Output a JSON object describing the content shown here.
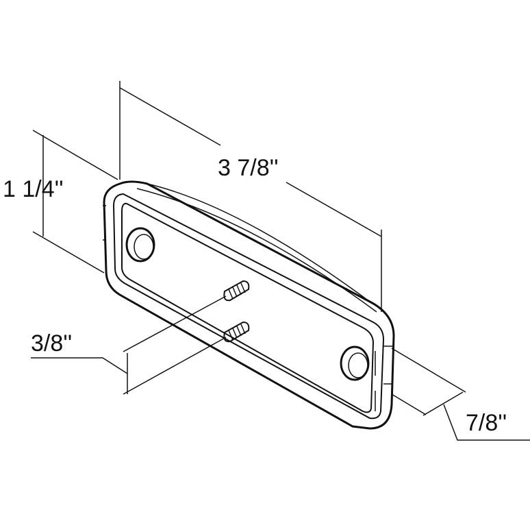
{
  "drawing": {
    "title": "Mounting bracket dimension drawing",
    "dimensions": {
      "length": "3 7/8''",
      "height": "1 1/4''",
      "stud_spacing": "3/8''",
      "depth": "7/8''"
    }
  }
}
